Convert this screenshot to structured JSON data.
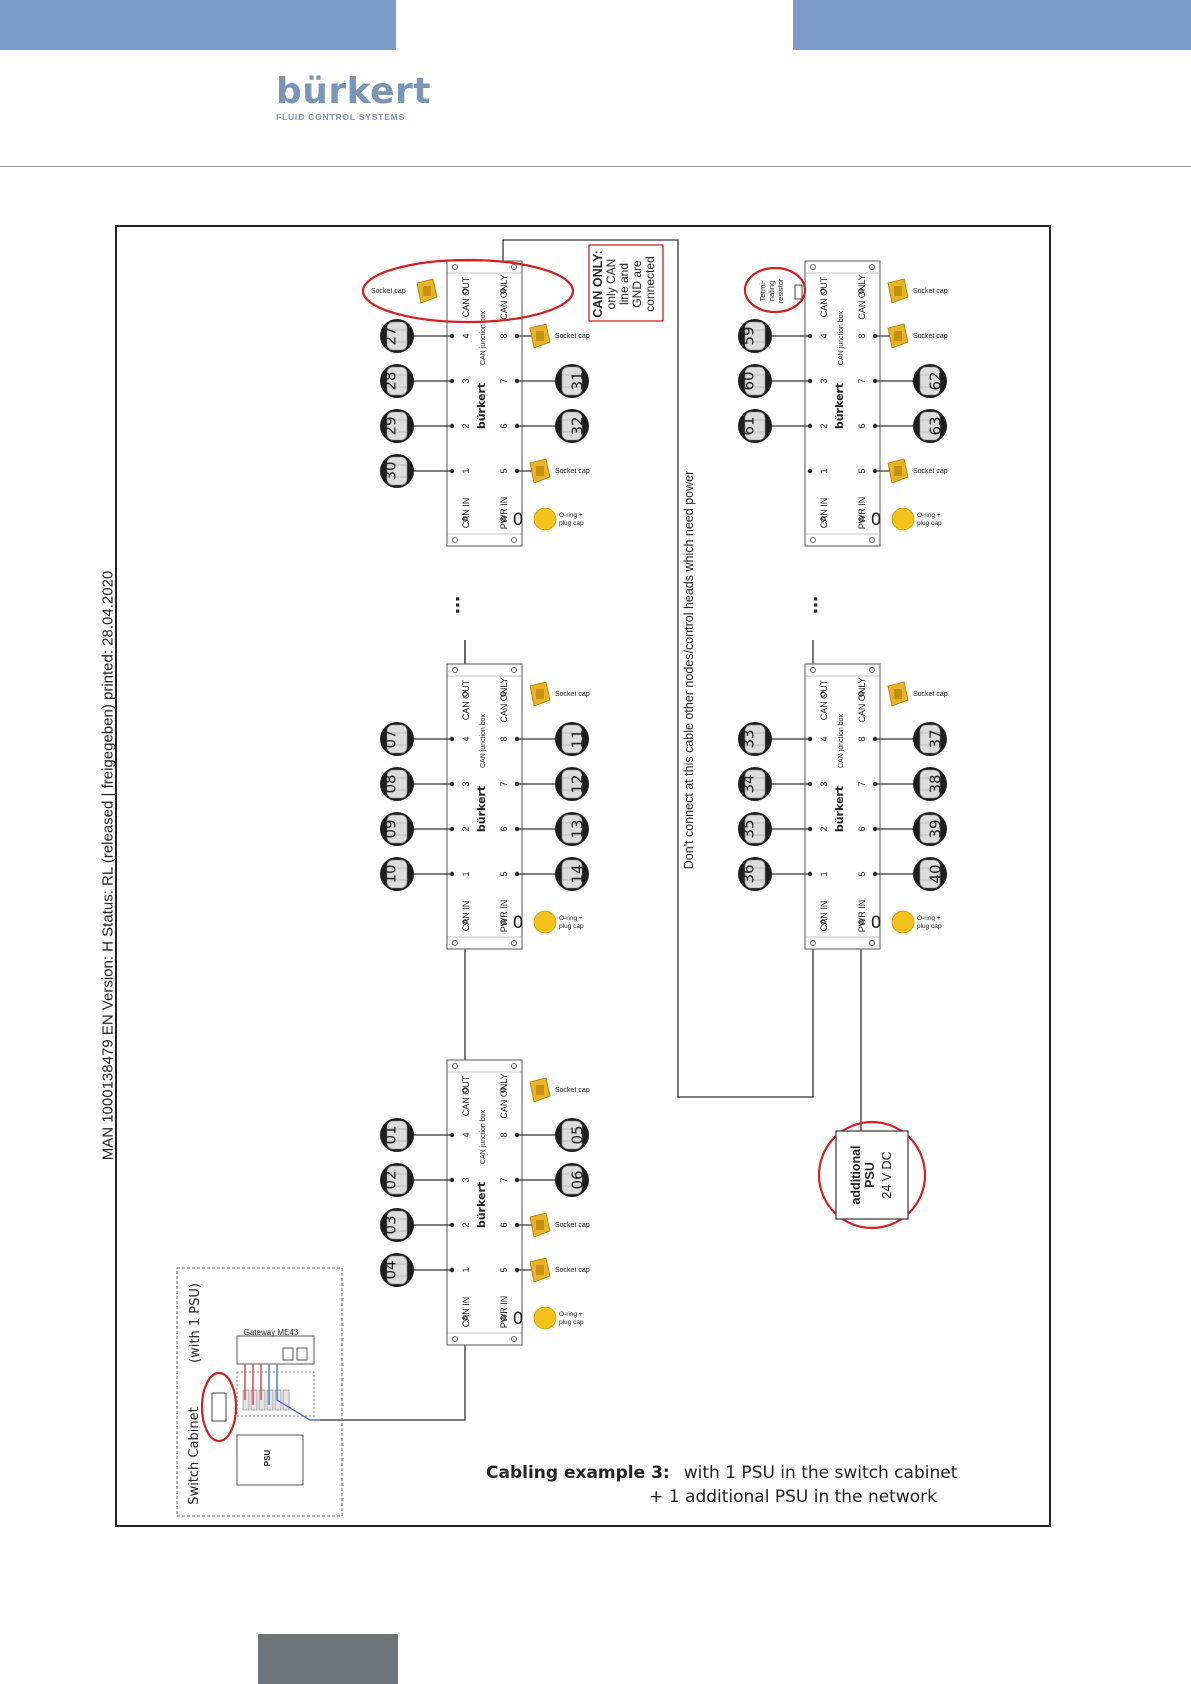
{
  "header": {
    "brand": "bürkert",
    "tagline": "FLUID CONTROL SYSTEMS",
    "accent_color": "#7b9bc9"
  },
  "side_text": "MAN  1000138479  EN  Version: H Status: RL (released | freigegeben)  printed: 28.04.2020",
  "labels": {
    "can_in": "CAN IN",
    "pwr_in": "PWR IN",
    "can_out": "CAN OUT",
    "can_only": "CAN ONLY",
    "junction_box": "CAN junction box",
    "brand_small": "bürkert",
    "socket_cap": "Socket cap",
    "oring_1": "O-ring +",
    "oring_2": "plug cap",
    "zero": "0",
    "can_only_note_1": "CAN ONLY:",
    "can_only_note_2": "only CAN",
    "can_only_note_3": "line and",
    "can_only_note_4": "GND are",
    "can_only_note_5": "connected",
    "term_1": "Termi-",
    "term_2": "nating",
    "term_3": "resistor",
    "dont_connect": "Don't connect at this cable other nodes/control heads which need power",
    "psu_1": "additional",
    "psu_2": "PSU",
    "psu_3": "24 V DC",
    "cabinet": "Switch Cabinet",
    "with_psu": "(with 1 PSU)",
    "gateway": "Gateway ME43",
    "psu_small": "PSU",
    "ellipsis": "..."
  },
  "junction_boxes": [
    {
      "id": "box-a",
      "nodes_top": [
        "27",
        "28",
        "29",
        "30"
      ],
      "nodes_bottom": [
        "",
        "31",
        "32",
        ""
      ]
    },
    {
      "id": "box-b",
      "nodes_top": [
        "07",
        "08",
        "09",
        "10"
      ],
      "nodes_bottom": [
        "11",
        "12",
        "13",
        "14"
      ]
    },
    {
      "id": "box-c",
      "nodes_top": [
        "01",
        "02",
        "03",
        "04"
      ],
      "nodes_bottom": [
        "05",
        "06",
        "",
        ""
      ]
    },
    {
      "id": "box-d",
      "nodes_top": [
        "59",
        "60",
        "61",
        ""
      ],
      "nodes_bottom": [
        "",
        "62",
        "63",
        ""
      ]
    },
    {
      "id": "box-e",
      "nodes_top": [
        "33",
        "34",
        "35",
        "36"
      ],
      "nodes_bottom": [
        "37",
        "38",
        "39",
        "40"
      ]
    }
  ],
  "caption": {
    "label": "Cabling example 3:",
    "line1": "with 1 PSU in the switch cabinet",
    "line2": "+ 1 additional PSU in the network"
  }
}
